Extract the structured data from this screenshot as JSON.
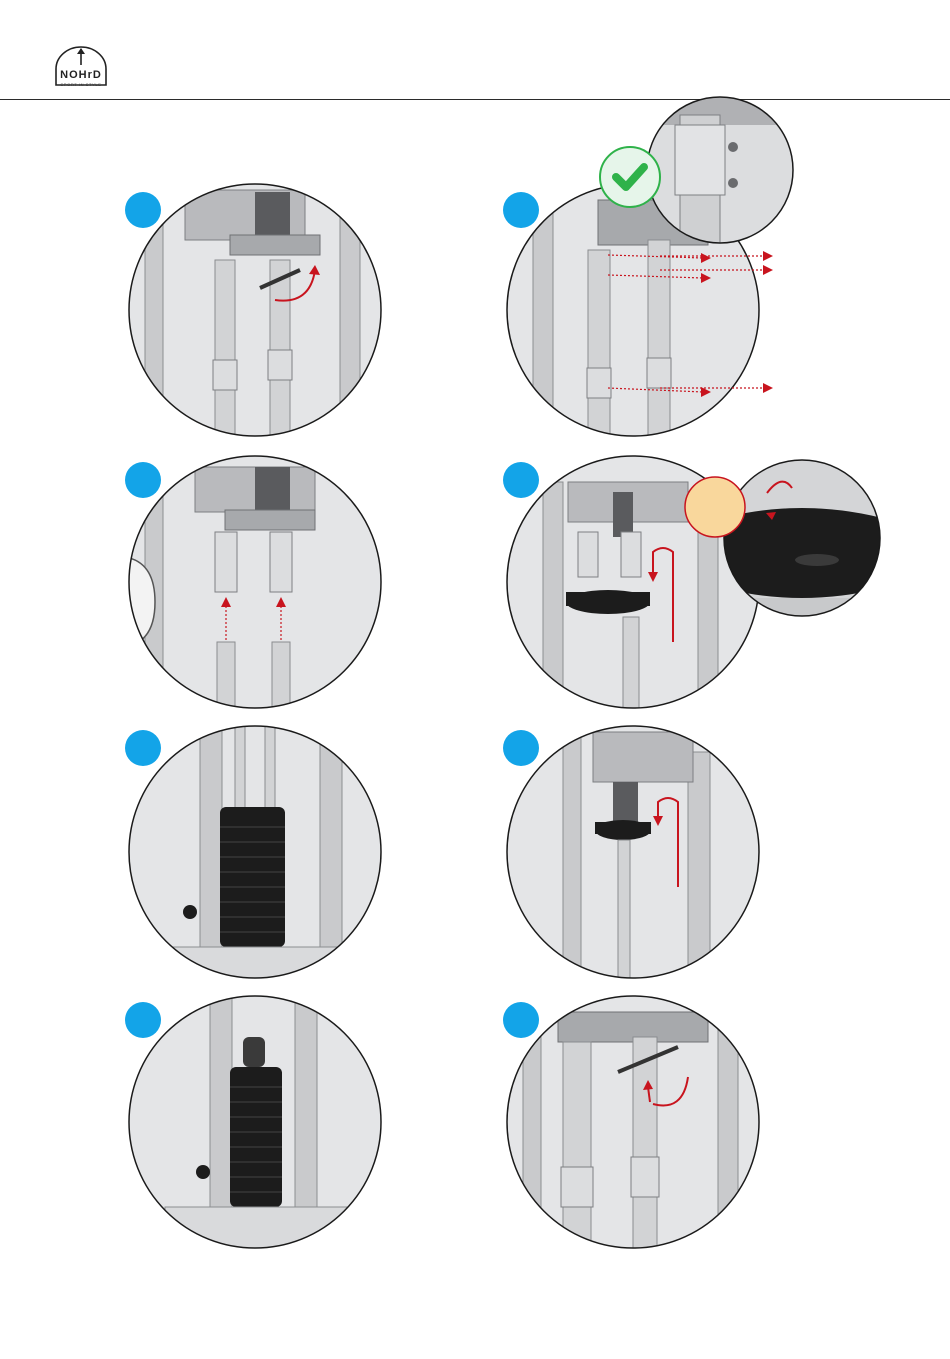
{
  "brand": {
    "logo_text": "NOHrD",
    "tagline": "SPORT IN STYLE"
  },
  "colors": {
    "step_badge": "#13a4e8",
    "arrow_red": "#c8141e",
    "check_green": "#2fb24a",
    "frame_grey": "#c9cacc",
    "weight_black": "#1c1c1c",
    "highlight_peach": "#f9d79c"
  },
  "steps": [
    {
      "icon": "wrench-unscrew-detail"
    },
    {
      "icon": "remove-bolts-with-check"
    },
    {
      "icon": "insert-rods-upward"
    },
    {
      "icon": "lower-top-plate-detail"
    },
    {
      "icon": "weight-stack-view"
    },
    {
      "icon": "lower-plate-onto-rod"
    },
    {
      "icon": "weight-stack-with-pulley"
    },
    {
      "icon": "wrench-tighten-detail"
    }
  ]
}
